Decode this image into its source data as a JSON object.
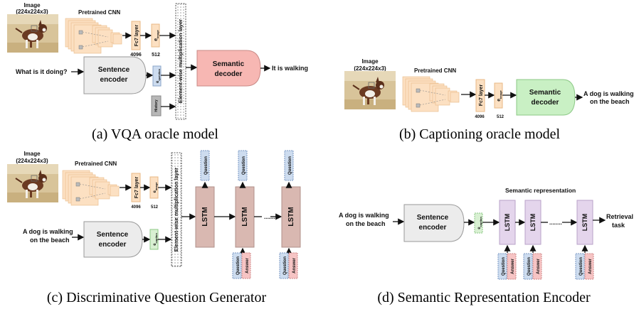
{
  "panels": {
    "a": {
      "caption": "(a) VQA oracle model",
      "image_label_1": "Image",
      "image_label_2": "(224x224x3)",
      "cnn_label": "Pretrained CNN",
      "fc7_label": "Fc7 layer",
      "fc7_size": "4096",
      "e_image_label": "e",
      "e_image_sub": "image",
      "e_image_size": "512",
      "question_text": "What is it doing?",
      "sentence_encoder_1": "Sentence",
      "sentence_encoder_2": "encoder",
      "e_question_sub": "question",
      "history_label": "History",
      "multiply_layer": "Element-wise multiplication layer",
      "decoder_1": "Semantic",
      "decoder_2": "decoder",
      "output": "It is walking"
    },
    "b": {
      "caption": "(b) Captioning oracle model",
      "image_label_1": "Image",
      "image_label_2": "(224x224x3)",
      "cnn_label": "Pretrained CNN",
      "fc7_label": "Fc7 layer",
      "fc7_size": "4096",
      "e_image_label": "e",
      "e_image_sub": "image",
      "e_image_size": "512",
      "decoder_1": "Semantic",
      "decoder_2": "decoder",
      "output_1": "A dog is walking",
      "output_2": "on the beach"
    },
    "c": {
      "caption": "(c) Discriminative Question Generator",
      "image_label_1": "Image",
      "image_label_2": "(224x224x3)",
      "cnn_label": "Pretrained CNN",
      "fc7_label": "Fc7 layer",
      "fc7_size": "4096",
      "e_image_label": "e",
      "e_image_sub": "image",
      "e_image_size": "512",
      "input_1": "A dog is walking",
      "input_2": "on the beach",
      "sentence_encoder_1": "Sentence",
      "sentence_encoder_2": "encoder",
      "e_caption_sub": "caption",
      "multiply_layer": "Element-wise multiplication layer",
      "lstm": "LSTM",
      "question": "Question",
      "answer": "Answer",
      "ellipsis": "........"
    },
    "d": {
      "caption": "(d) Semantic Representation Encoder",
      "title": "Semantic representation",
      "input_1": "A dog is walking",
      "input_2": "on the beach",
      "sentence_encoder_1": "Sentence",
      "sentence_encoder_2": "encoder",
      "e_caption_sub": "caption",
      "lstm": "LSTM",
      "question": "Question",
      "answer": "Answer",
      "ellipsis": "........",
      "output_1": "Retrieval",
      "output_2": "task"
    }
  },
  "colors": {
    "feature_orange": "#fce0c2",
    "feature_border": "#e9b985",
    "encoder_gray": "#ececec",
    "question_blue": "#cddcef",
    "history_gray": "#b7b7b7",
    "decoder_pink": "#f7b7b3",
    "decoder_green": "#c9f0c4",
    "caption_green": "#d8f0d2",
    "lstm_brown": "#d9b8b1",
    "lstm_purple": "#e4d5ec",
    "answer_red": "#f6c4c4"
  }
}
